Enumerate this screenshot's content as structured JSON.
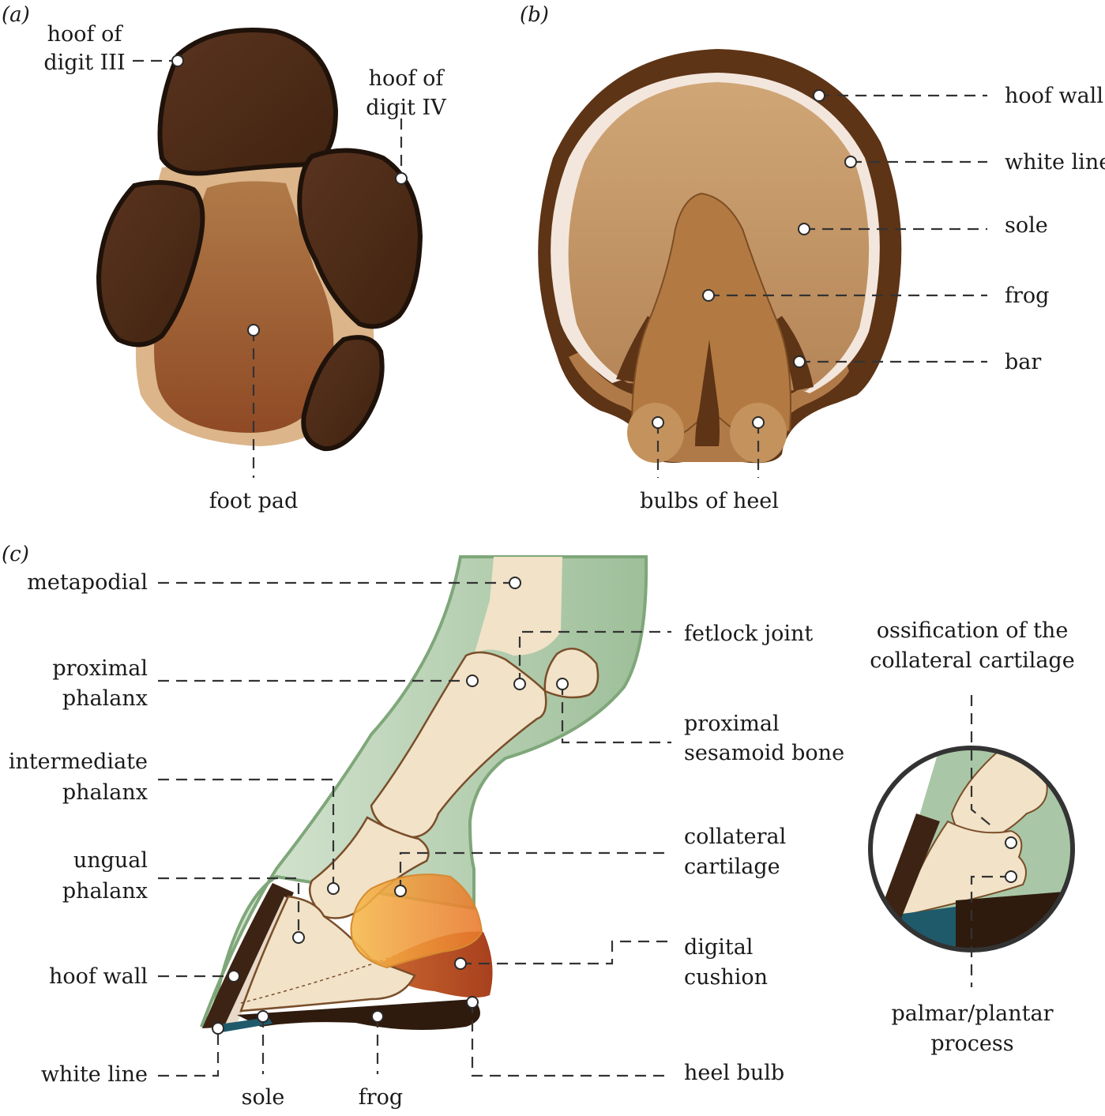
{
  "panels": {
    "a": {
      "tag": "(a)",
      "labels": {
        "hoof_digit_iii": [
          "hoof of",
          "digit III"
        ],
        "hoof_digit_iv": [
          "hoof of",
          "digit IV"
        ],
        "foot_pad": "foot pad"
      }
    },
    "b": {
      "tag": "(b)",
      "labels": {
        "hoof_wall": "hoof wall",
        "white_line": "white line",
        "sole": "sole",
        "frog": "frog",
        "bar": "bar",
        "bulbs_of_heel": "bulbs of heel"
      }
    },
    "c": {
      "tag": "(c)",
      "labels": {
        "metapodial": "metapodial",
        "proximal_phalanx": [
          "proximal",
          "phalanx"
        ],
        "intermediate_phalanx": [
          "intermediate",
          "phalanx"
        ],
        "ungual_phalanx": [
          "ungual",
          "phalanx"
        ],
        "hoof_wall": "hoof wall",
        "white_line": "white line",
        "sole": "sole",
        "frog": "frog",
        "fetlock_joint": "fetlock joint",
        "proximal_sesamoid_bone": [
          "proximal",
          "sesamoid bone"
        ],
        "collateral_cartilage": [
          "collateral",
          "cartilage"
        ],
        "digital_cushion": [
          "digital",
          "cushion"
        ],
        "heel_bulb": "heel bulb",
        "ossification": [
          "ossification of the",
          "collateral cartilage"
        ],
        "palmar_plantar_process": [
          "palmar/plantar",
          "process"
        ]
      }
    }
  },
  "colors": {
    "hoof_dark": "#4f2c17",
    "hoof_outline": "#1e120a",
    "pad": "#9a5b2e",
    "pad_light": "#d8b488",
    "hoof_wall_b": "#5e3416",
    "sole_b": "#c99d70",
    "frog_b": "#b0783f",
    "skin_green": "#a9c7a6",
    "skin_edge": "#7fa77a",
    "bone": "#f1e2c8",
    "bone_edge": "#7a4e2a",
    "cartilage": "#f1a23a",
    "cushion": "#d2552c",
    "dark_sole": "#2e1b0e",
    "teal": "#1f5a6b"
  }
}
